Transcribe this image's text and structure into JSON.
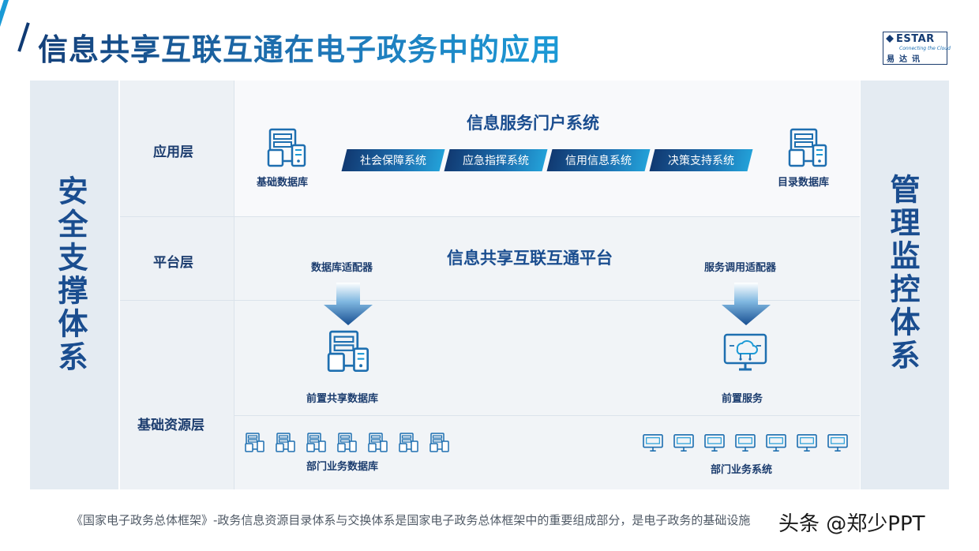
{
  "title": "信息共享互联互通在电子政务中的应用",
  "logo": {
    "brand": "ESTAR",
    "tagline": "Connecting the Cloud",
    "cn": "易达讯"
  },
  "sides": {
    "left": "安全支撑体系",
    "right": "管理监控体系"
  },
  "layers": {
    "app": "应用层",
    "platform": "平台层",
    "base": "基础资源层"
  },
  "app": {
    "title": "信息服务门户系统",
    "systems": [
      "社会保障系统",
      "应急指挥系统",
      "信用信息系统",
      "决策支持系统"
    ],
    "left_db": "基础数据库",
    "right_db": "目录数据库"
  },
  "platform": {
    "title": "信息共享互联互通平台",
    "db_adapter": "数据库适配器",
    "svc_adapter": "服务调用适配器"
  },
  "base": {
    "front_db": "前置共享数据库",
    "front_service": "前置服务",
    "dept_db": "部门业务数据库",
    "dept_sys": "部门业务系统"
  },
  "footer": "《国家电子政务总体框架》-政务信息资源目录体系与交换体系是国家电子政务总体框架中的重要组成部分，是电子政务的基础设施",
  "watermark": "头条 @郑少PPT",
  "colors": {
    "primary": "#1a4d8f",
    "accent": "#1c9ad6",
    "panel": "#e4ebf2"
  },
  "icons": {
    "database": "server-database-icon",
    "service": "cloud-monitor-icon",
    "arrow": "down-arrow-icon"
  }
}
